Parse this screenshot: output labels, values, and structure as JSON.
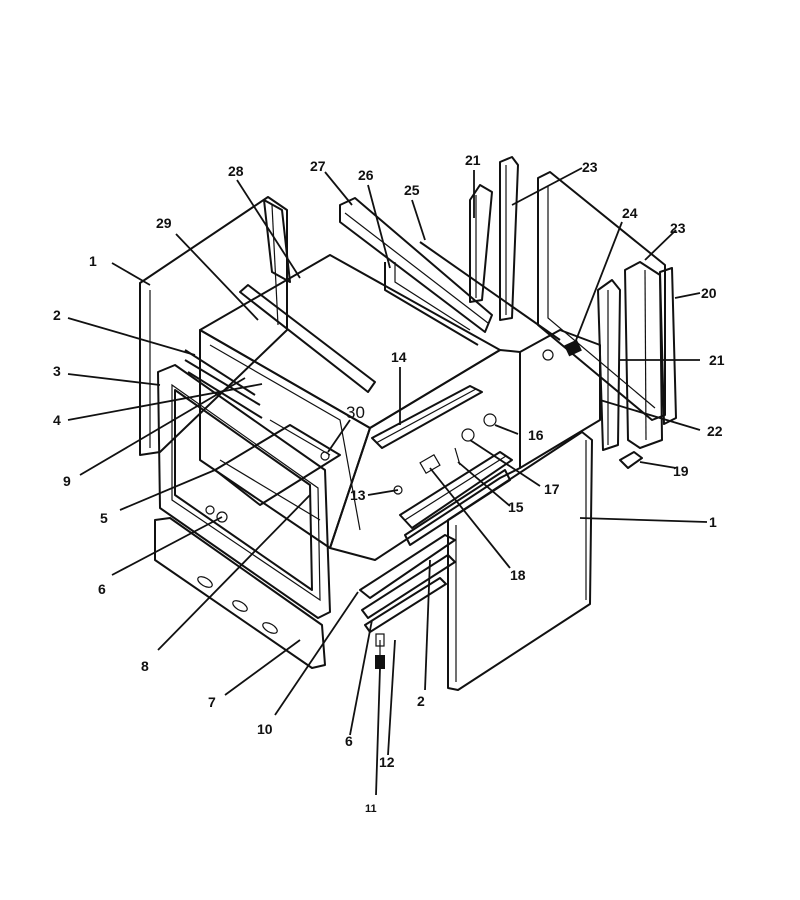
{
  "callouts": [
    {
      "id": "c1a",
      "label": "1"
    },
    {
      "id": "c1b",
      "label": "1"
    },
    {
      "id": "c2a",
      "label": "2"
    },
    {
      "id": "c2b",
      "label": "2"
    },
    {
      "id": "c3",
      "label": "3"
    },
    {
      "id": "c4",
      "label": "4"
    },
    {
      "id": "c5",
      "label": "5"
    },
    {
      "id": "c6a",
      "label": "6"
    },
    {
      "id": "c6b",
      "label": "6"
    },
    {
      "id": "c7",
      "label": "7"
    },
    {
      "id": "c8",
      "label": "8"
    },
    {
      "id": "c9",
      "label": "9"
    },
    {
      "id": "c10",
      "label": "10"
    },
    {
      "id": "c11",
      "label": "11"
    },
    {
      "id": "c12",
      "label": "12"
    },
    {
      "id": "c13",
      "label": "13"
    },
    {
      "id": "c14",
      "label": "14"
    },
    {
      "id": "c15",
      "label": "15"
    },
    {
      "id": "c16",
      "label": "16"
    },
    {
      "id": "c17",
      "label": "17"
    },
    {
      "id": "c18",
      "label": "18"
    },
    {
      "id": "c19",
      "label": "19"
    },
    {
      "id": "c20",
      "label": "20"
    },
    {
      "id": "c21a",
      "label": "21"
    },
    {
      "id": "c21b",
      "label": "21"
    },
    {
      "id": "c22",
      "label": "22"
    },
    {
      "id": "c23a",
      "label": "23"
    },
    {
      "id": "c23b",
      "label": "23"
    },
    {
      "id": "c24",
      "label": "24"
    },
    {
      "id": "c25",
      "label": "25"
    },
    {
      "id": "c26",
      "label": "26"
    },
    {
      "id": "c27",
      "label": "27"
    },
    {
      "id": "c28",
      "label": "28"
    },
    {
      "id": "c29",
      "label": "29"
    },
    {
      "id": "c30",
      "label": "30"
    }
  ]
}
